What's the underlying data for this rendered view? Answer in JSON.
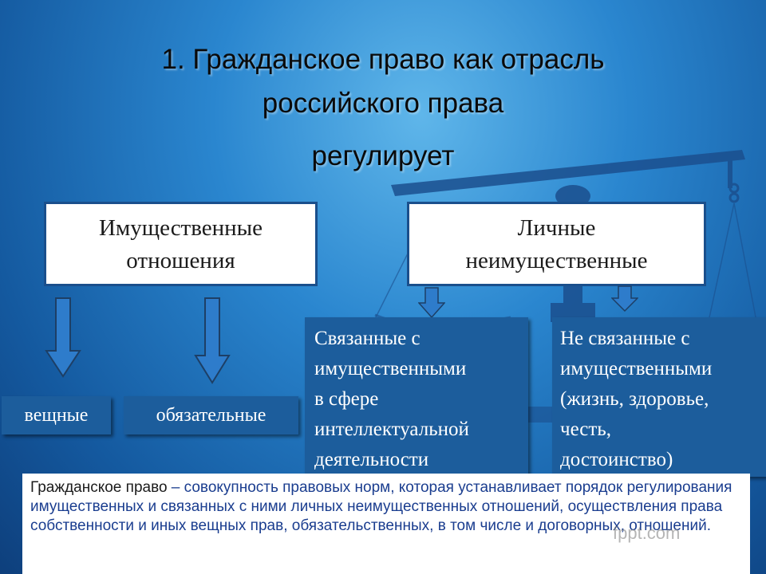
{
  "title": {
    "line1": "1. Гражданское право как отрасль",
    "line2": "российского права",
    "line3": "регулирует"
  },
  "boxes": {
    "property": {
      "line1": "Имущественные",
      "line2": "отношения"
    },
    "personal": {
      "line1": "Личные",
      "line2": "неимущественные"
    }
  },
  "sub": {
    "veshchnye": "вещные",
    "obyazatelnye": "обязательные",
    "related": [
      "Связанные с",
      "имущественными",
      "в сфере",
      "интеллектуальной",
      "деятельности"
    ],
    "unrelated": [
      "Не связанные с",
      "имущественными",
      "(жизнь, здоровье,",
      "честь,",
      "достоинство)"
    ]
  },
  "definition": {
    "term": "Гражданское право",
    "text": " – совокупность правовых норм, которая устанавливает порядок регулирования имущественных и связанных с ними личных неимущественных отношений, осуществления права собственности и иных вещных прав, обязательственных, в том числе и договорных, отношений."
  },
  "watermark": "fppt.com",
  "colors": {
    "background": "#2a86cf",
    "box_border": "#1a4f8c",
    "dark_box": "#1c5d9c",
    "arrow": "#2e7ccb",
    "definition_text": "#1a3d8f"
  }
}
